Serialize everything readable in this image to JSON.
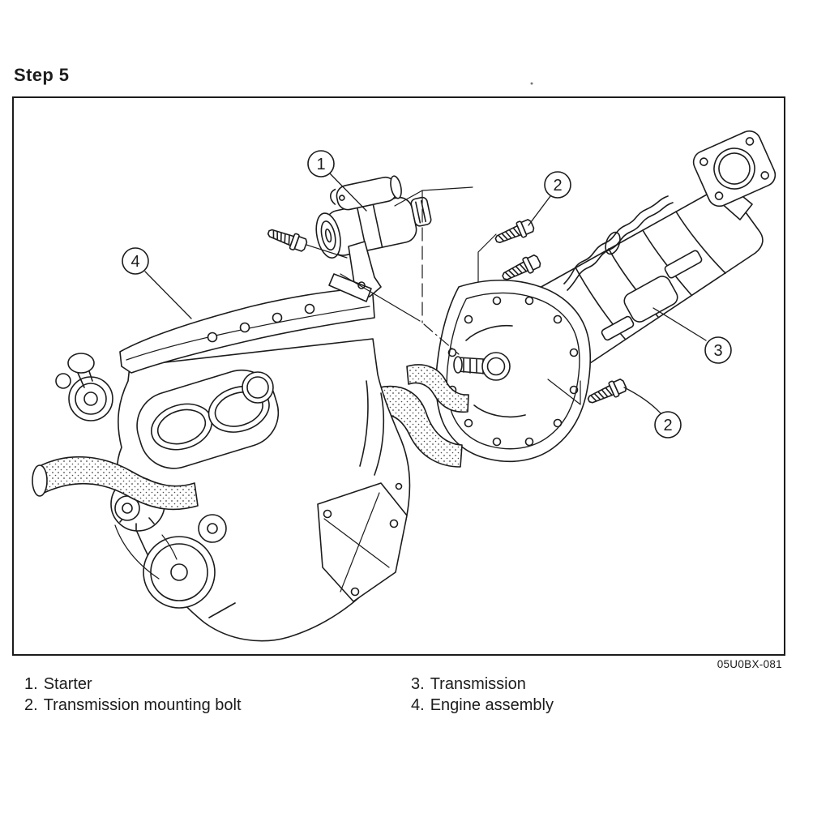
{
  "page": {
    "title": "Step 5",
    "figure_code": "05U0BX-081",
    "paper_color": "#ffffff",
    "ink_color": "#1c1c1c"
  },
  "legend": {
    "columns": [
      {
        "items": [
          {
            "num": "1.",
            "label": "Starter"
          },
          {
            "num": "2.",
            "label": "Transmission mounting bolt"
          }
        ]
      },
      {
        "items": [
          {
            "num": "3.",
            "label": "Transmission"
          },
          {
            "num": "4.",
            "label": "Engine assembly"
          }
        ]
      }
    ]
  },
  "callouts": [
    {
      "number": "1",
      "part": "starter"
    },
    {
      "number": "2",
      "part": "transmission-mounting-bolt-upper"
    },
    {
      "number": "2",
      "part": "transmission-mounting-bolt-lower"
    },
    {
      "number": "3",
      "part": "transmission"
    },
    {
      "number": "4",
      "part": "engine-assembly"
    }
  ]
}
